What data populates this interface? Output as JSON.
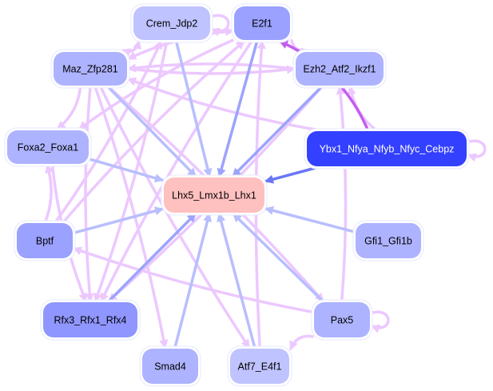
{
  "title": "Regulatory network for Lhx5_Lmx1b_Lhx1",
  "colors": {
    "target_fill": "#ffc0c0",
    "node_light": "#bfc3ff",
    "node_mid": "#aeb3ff",
    "node_strong": "#9aa1ff",
    "node_deep": "#8f96ff",
    "node_highlight": "#3340ff",
    "edge_pink": "#ecc8ff",
    "edge_blue": "#b8befe",
    "edge_blue_strong": "#9ca4fc",
    "edge_blue_deep": "#6a76f6",
    "edge_purple": "#c45cf0",
    "text_dark": "#000000",
    "text_light": "#ffffff"
  },
  "nodes": [
    {
      "id": "crem",
      "label": "Crem_Jdp2",
      "tone": "node_light"
    },
    {
      "id": "e2f1",
      "label": "E2f1",
      "tone": "node_strong"
    },
    {
      "id": "maz",
      "label": "Maz_Zfp281",
      "tone": "node_mid"
    },
    {
      "id": "ezh2",
      "label": "Ezh2_Atf2_Ikzf1",
      "tone": "node_mid"
    },
    {
      "id": "foxa2",
      "label": "Foxa2_Foxa1",
      "tone": "node_mid"
    },
    {
      "id": "ybx1",
      "label": "Ybx1_Nfya_Nfyb_Nfyc_Cebpz",
      "tone": "node_highlight"
    },
    {
      "id": "lhx5",
      "label": "Lhx5_Lmx1b_Lhx1",
      "tone": "target_fill"
    },
    {
      "id": "bptf",
      "label": "Bptf",
      "tone": "node_strong"
    },
    {
      "id": "gfi1",
      "label": "Gfi1_Gfi1b",
      "tone": "node_mid"
    },
    {
      "id": "rfx3",
      "label": "Rfx3_Rfx1_Rfx4",
      "tone": "node_deep"
    },
    {
      "id": "pax5",
      "label": "Pax5",
      "tone": "node_mid"
    },
    {
      "id": "smad4",
      "label": "Smad4",
      "tone": "node_mid"
    },
    {
      "id": "atf7",
      "label": "Atf7_E4f1",
      "tone": "node_light"
    }
  ],
  "edges": [
    {
      "from": "crem",
      "to": "lhx5",
      "style": "edge_blue"
    },
    {
      "from": "e2f1",
      "to": "lhx5",
      "style": "edge_blue_strong"
    },
    {
      "from": "maz",
      "to": "lhx5",
      "style": "edge_blue"
    },
    {
      "from": "ezh2",
      "to": "lhx5",
      "style": "edge_blue_strong"
    },
    {
      "from": "foxa2",
      "to": "lhx5",
      "style": "edge_blue"
    },
    {
      "from": "ybx1",
      "to": "lhx5",
      "style": "edge_blue_deep"
    },
    {
      "from": "bptf",
      "to": "lhx5",
      "style": "edge_blue"
    },
    {
      "from": "gfi1",
      "to": "lhx5",
      "style": "edge_blue"
    },
    {
      "from": "rfx3",
      "to": "lhx5",
      "style": "edge_blue_strong"
    },
    {
      "from": "pax5",
      "to": "lhx5",
      "style": "edge_blue"
    },
    {
      "from": "smad4",
      "to": "lhx5",
      "style": "edge_blue"
    },
    {
      "from": "atf7",
      "to": "lhx5",
      "style": "edge_blue"
    },
    {
      "from": "ybx1",
      "to": "e2f1",
      "style": "edge_purple"
    },
    {
      "from": "crem",
      "to": "crem",
      "style": "edge_pink"
    },
    {
      "from": "ybx1",
      "to": "ybx1",
      "style": "edge_pink"
    },
    {
      "from": "e2f1",
      "to": "ezh2",
      "style": "edge_pink"
    },
    {
      "from": "ybx1",
      "to": "ezh2",
      "style": "edge_pink"
    },
    {
      "from": "maz",
      "to": "crem",
      "style": "edge_pink"
    },
    {
      "from": "maz",
      "to": "e2f1",
      "style": "edge_pink"
    },
    {
      "from": "maz",
      "to": "ezh2",
      "style": "edge_pink"
    },
    {
      "from": "maz",
      "to": "foxa2",
      "style": "edge_pink"
    },
    {
      "from": "maz",
      "to": "rfx3",
      "style": "edge_pink"
    },
    {
      "from": "maz",
      "to": "smad4",
      "style": "edge_pink"
    },
    {
      "from": "maz",
      "to": "atf7",
      "style": "edge_pink"
    },
    {
      "from": "maz",
      "to": "pax5",
      "style": "edge_pink"
    },
    {
      "from": "e2f1",
      "to": "maz",
      "style": "edge_pink"
    },
    {
      "from": "crem",
      "to": "maz",
      "style": "edge_pink"
    },
    {
      "from": "ezh2",
      "to": "maz",
      "style": "edge_pink"
    },
    {
      "from": "ybx1",
      "to": "maz",
      "style": "edge_pink"
    },
    {
      "from": "bptf",
      "to": "foxa2",
      "style": "edge_pink"
    },
    {
      "from": "bptf",
      "to": "e2f1",
      "style": "edge_pink"
    },
    {
      "from": "bptf",
      "to": "crem",
      "style": "edge_pink"
    },
    {
      "from": "pax5",
      "to": "bptf",
      "style": "edge_pink"
    },
    {
      "from": "pax5",
      "to": "atf7",
      "style": "edge_pink"
    },
    {
      "from": "pax5",
      "to": "pax5",
      "style": "edge_pink"
    },
    {
      "from": "pax5",
      "to": "ezh2",
      "style": "edge_pink"
    },
    {
      "from": "atf7",
      "to": "e2f1",
      "style": "edge_pink"
    },
    {
      "from": "foxa2",
      "to": "rfx3",
      "style": "edge_pink"
    },
    {
      "from": "crem",
      "to": "rfx3",
      "style": "edge_pink"
    },
    {
      "from": "e2f1",
      "to": "foxa2",
      "style": "edge_pink"
    },
    {
      "from": "ezh2",
      "to": "rfx3",
      "style": "edge_pink"
    },
    {
      "from": "e2f1",
      "to": "rfx3",
      "style": "edge_pink"
    }
  ]
}
